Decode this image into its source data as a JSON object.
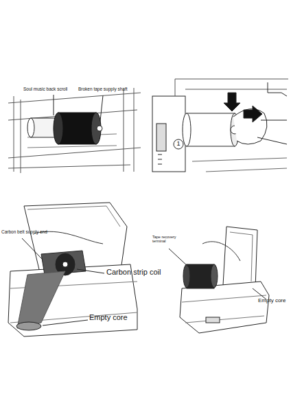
{
  "diagram": {
    "labels": [
      "Soul music back scroll",
      "Broken tape supply shaft",
      "1",
      "Carbon belt supply end",
      "Carbon strip coil",
      "Empty core",
      "Tape recovery terminal",
      "Empty core"
    ]
  }
}
